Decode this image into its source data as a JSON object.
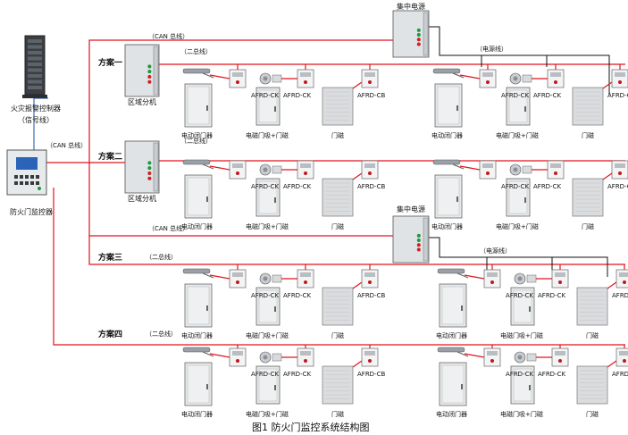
{
  "labels": {
    "fire_alarm_controller": "火灾报警控制器",
    "signal_line": "（信号线）",
    "door_monitor": "防火门监控器",
    "can_bus_1": "（CAN 总线）",
    "can_bus_2": "（CAN 总线）",
    "can_bus_3": "（CAN 总线）",
    "central_power_1": "集中电源",
    "central_power_2": "集中电源",
    "power_line_1": "（电源线）",
    "power_line_2": "（电源线）",
    "region_unit_1": "区域分机",
    "region_unit_2": "区域分机",
    "caption": "图1  防火门监控系统结构图"
  },
  "schemes": [
    {
      "label": "方案一",
      "two_wire": "（二总线）"
    },
    {
      "label": "方案二",
      "two_wire": "（二总线）"
    },
    {
      "label": "方案三",
      "two_wire": "（二总线）"
    },
    {
      "label": "方案四",
      "two_wire": "（二总线）"
    }
  ],
  "device_labels": {
    "closer": "电动闭门器",
    "holder": "电磁门吸+门磁",
    "magnet": "门磁",
    "ck": "AFRD-CK",
    "cb": "AFRD-CB"
  },
  "colors": {
    "bus": "#e0141e",
    "signal": "#3a6fb0",
    "power": "#111111"
  }
}
